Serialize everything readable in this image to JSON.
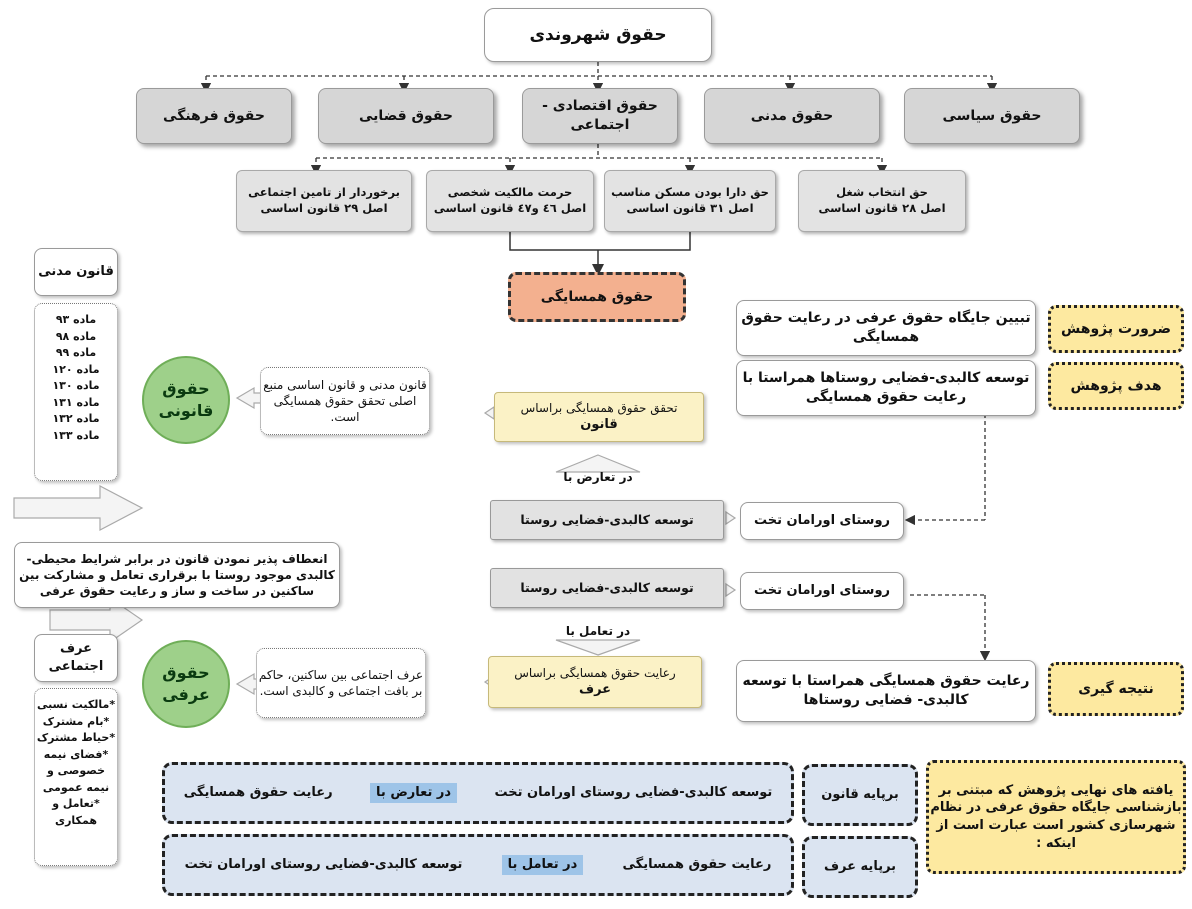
{
  "top": {
    "title": "حقوق شهروندی"
  },
  "categories": [
    "حقوق سیاسی",
    "حقوق مدنی",
    "حقوق اقتصادی - اجتماعی",
    "حقوق قضایی",
    "حقوق فرهنگی"
  ],
  "sub_rights": [
    {
      "line1": "حق انتخاب شغل",
      "line2": "اصل ۲۸ قانون اساسی"
    },
    {
      "line1": "حق دارا بودن مسکن مناسب",
      "line2": "اصل ۳۱ قانون اساسی"
    },
    {
      "line1": "حرمت مالکیت شخصی",
      "line2": "اصل ٤٦ و٤٧ قانون اساسی"
    },
    {
      "line1": "برخوردار از تامین اجتماعی",
      "line2": "اصل ۲۹ قانون اساسی"
    }
  ],
  "neighbor_rights": "حقوق همسایگی",
  "research": {
    "necessity_label": "ضرورت پژوهش",
    "necessity_text": "تبیین جایگاه حقوق عرفی در رعایت حقوق همسایگی",
    "goal_label": "هدف پژوهش",
    "goal_text": "توسعه کالبدی-فضایی روستاها همراستا با رعایت حقوق همسایگی",
    "conclusion_label": "نتیجه گیری",
    "conclusion_text": "رعایت حقوق همسایگی همراستا با توسعه کالبدی- فضایی روستاها"
  },
  "civil_law": {
    "title": "قانون مدنی",
    "articles": [
      "ماده ۹۳",
      "ماده ۹۸",
      "ماده ۹۹",
      "ماده ۱۲۰",
      "ماده ۱۳۰",
      "ماده ۱۳۱",
      "ماده ۱۳۲",
      "ماده ۱۳۳"
    ]
  },
  "legal_rights": {
    "circle": "حقوق قانونی",
    "desc": "قانون مدنی و قانون اساسی منبع اصلی تحقق حقوق همسایگی است.",
    "realization": "تحقق حقوق همسایگی براساس",
    "realization_bold": "قانون",
    "conflict": "در تعارض با"
  },
  "village": {
    "development": "توسعه کالبدی-فضایی روستا",
    "name": "روستای اورامان تخت",
    "interaction": "در تعامل با"
  },
  "middle_text": "انعطاف پذیر نمودن قانون در برابر شرایط محیطی- کالبدی موجود روستا با برقراری تعامل و مشارکت بین ساکنین در ساخت و ساز و رعایت حقوق عرفی",
  "social_custom": {
    "title": "عرف اجتماعی",
    "items": [
      "*مالکیت نسبی",
      "*بام مشترک",
      "*حیاط مشترک",
      "*فضای نیمه خصوصی و نیمه عمومی",
      "*تعامل و همکاری"
    ]
  },
  "customary_rights": {
    "circle": "حقوق عرفی",
    "desc": "عرف اجتماعی بین ساکنین، حاکم بر بافت اجتماعی و کالبدی است.",
    "observance": "رعایت حقوق همسایگی براساس",
    "observance_bold": "عرف"
  },
  "findings": {
    "summary": "یافته های نهایی پژوهش که مبتنی بر بازشناسی جایگاه حقوق عرفی در نظام شهرسازی کشور است عبارت است از اینکه :",
    "law_label": "برپایه قانون",
    "law_a": "توسعه کالبدی-فضایی روستای اورامان تخت",
    "law_mid": "در تعارض با",
    "law_b": "رعایت حقوق همسایگی",
    "custom_label": "برپایه عرف",
    "custom_a": "رعایت حقوق همسایگی",
    "custom_mid": "در تعامل با",
    "custom_b": "توسعه کالبدی-فضایی روستای اورامان تخت"
  }
}
